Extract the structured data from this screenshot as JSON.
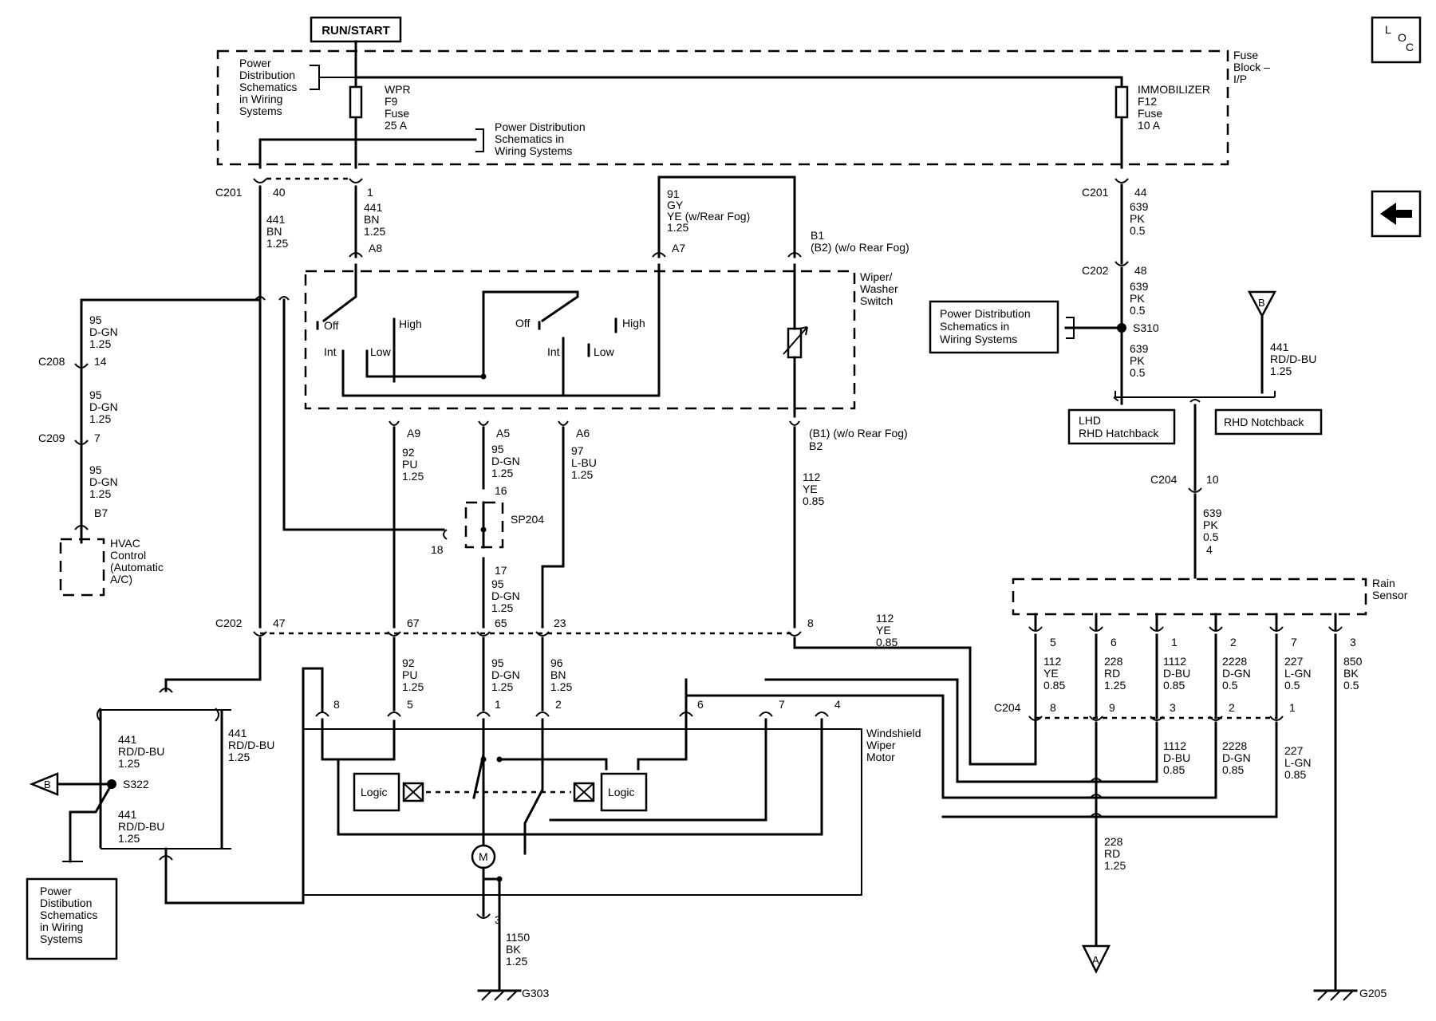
{
  "header": {
    "run_start": "RUN/START"
  },
  "nav": {
    "loc_icon": "loc-icon",
    "back_icon": "back-arrow-icon",
    "loc_l": "L",
    "loc_o": "O",
    "loc_c": "C"
  },
  "fuse_block": {
    "label": [
      "Fuse",
      "Block –",
      "I/P"
    ],
    "pds_left": [
      "Power",
      "Distribution",
      "Schematics",
      "in Wiring",
      "Systems"
    ],
    "pds_mid": [
      "Power Distribution",
      "Schematics in",
      "Wiring Systems"
    ],
    "wpr": [
      "WPR",
      "F9",
      "Fuse",
      "25 A"
    ],
    "immobilizer": [
      "IMMOBILIZER",
      "F12",
      "Fuse",
      "10 A"
    ]
  },
  "connectors": {
    "c201": "C201",
    "c202": "C202",
    "c208": "C208",
    "c209": "C209",
    "c204": "C204",
    "p40": "40",
    "p1": "1",
    "p44": "44",
    "p48": "48",
    "p14": "14",
    "p7": "7",
    "pB7": "B7",
    "pA8": "A8",
    "pA7": "A7",
    "pB1": "B1",
    "pB1_note": "(B2) (w/o Rear Fog)",
    "pA9": "A9",
    "pA5": "A5",
    "pA6": "A6",
    "pB2a": "(B1) (w/o Rear Fog)",
    "pB2b": "B2",
    "p16": "16",
    "p17": "17",
    "p18": "18",
    "p47": "47",
    "p67": "67",
    "p65": "65",
    "p23": "23",
    "p8": "8",
    "p10": "10",
    "p4": "4"
  },
  "wires": {
    "w441_bn_a": [
      "441",
      "BN",
      "1.25"
    ],
    "w441_bn_b": [
      "441",
      "BN",
      "1.25"
    ],
    "w91": [
      "91",
      "GY",
      "YE (w/Rear Fog)",
      "1.25"
    ],
    "w639_a": [
      "639",
      "PK",
      "0.5"
    ],
    "w639_b": [
      "639",
      "PK",
      "0.5"
    ],
    "w639_c": [
      "639",
      "PK",
      "0.5"
    ],
    "w639_d": [
      "639",
      "PK",
      "0.5",
      "4"
    ],
    "w95_a": [
      "95",
      "D-GN",
      "1.25"
    ],
    "w95_b": [
      "95",
      "D-GN",
      "1.25"
    ],
    "w95_c": [
      "95",
      "D-GN",
      "1.25"
    ],
    "w92_a": [
      "92",
      "PU",
      "1.25"
    ],
    "w95_sw": [
      "95",
      "D-GN",
      "1.25"
    ],
    "w97": [
      "97",
      "L-BU",
      "1.25"
    ],
    "w112_a": [
      "112",
      "YE",
      "0.85"
    ],
    "w95_sp": [
      "95",
      "D-GN",
      "1.25"
    ],
    "w112_b": [
      "112",
      "YE",
      "0.85"
    ],
    "w92_b": [
      "92",
      "PU",
      "1.25"
    ],
    "w95_m": [
      "95",
      "D-GN",
      "1.25"
    ],
    "w96": [
      "96",
      "BN",
      "1.25"
    ],
    "w441_rd_r": [
      "441",
      "RD/D-BU",
      "1.25"
    ],
    "w441_rd_a": [
      "441",
      "RD/D-BU",
      "1.25"
    ],
    "w441_rd_b": [
      "441",
      "RD/D-BU",
      "1.25"
    ],
    "w441_rd_c": [
      "441",
      "RD/D-BU",
      "1.25"
    ],
    "w1150": [
      "1150",
      "BK",
      "1.25"
    ],
    "w228_bot": [
      "228",
      "RD",
      "1.25"
    ],
    "rs_112": [
      "112",
      "YE",
      "0.85"
    ],
    "rs_228": [
      "228",
      "RD",
      "1.25"
    ],
    "rs_1112": [
      "1112",
      "D-BU",
      "0.85"
    ],
    "rs_2228": [
      "2228",
      "D-GN",
      "0.5"
    ],
    "rs_227": [
      "227",
      "L-GN",
      "0.5"
    ],
    "rs_850": [
      "850",
      "BK",
      "0.5"
    ],
    "lo_1112": [
      "1112",
      "D-BU",
      "0.85"
    ],
    "lo_2228": [
      "2228",
      "D-GN",
      "0.85"
    ],
    "lo_227": [
      "227",
      "L-GN",
      "0.85"
    ]
  },
  "rain_sensor": {
    "label": [
      "Rain",
      "Sensor"
    ],
    "pins_top": [
      "5",
      "6",
      "1",
      "2",
      "7",
      "3"
    ],
    "pins_c204": [
      "8",
      "9",
      "3",
      "2",
      "1"
    ]
  },
  "switch": {
    "label": [
      "Wiper/",
      "Washer",
      "Switch"
    ],
    "off1": "Off",
    "high1": "High",
    "int1": "Int",
    "low1": "Low",
    "off2": "Off",
    "high2": "High",
    "int2": "Int",
    "low2": "Low"
  },
  "splices": {
    "sp204": "SP204",
    "s310": "S310",
    "s322": "S322"
  },
  "pds_right": [
    "Power Distribution",
    "Schematics in",
    "Wiring Systems"
  ],
  "pds_bottom": [
    "Power",
    "Distibution",
    "Schematics",
    "in Wiring",
    "Systems"
  ],
  "hvac": [
    "HVAC",
    "Control",
    "(Automatic",
    "A/C)"
  ],
  "variants": {
    "lhd": [
      "LHD",
      "RHD Hatchback"
    ],
    "rhd_notch": "RHD Notchback"
  },
  "motor": {
    "label": [
      "Windshield",
      "Wiper",
      "Motor"
    ],
    "pins": [
      "8",
      "5",
      "1",
      "2",
      "6",
      "7",
      "4"
    ],
    "logic": "Logic",
    "m": "M",
    "ground_pin": "3"
  },
  "grounds": {
    "g303": "G303",
    "g205": "G205"
  },
  "offpage": {
    "a": "A",
    "b": "B"
  }
}
